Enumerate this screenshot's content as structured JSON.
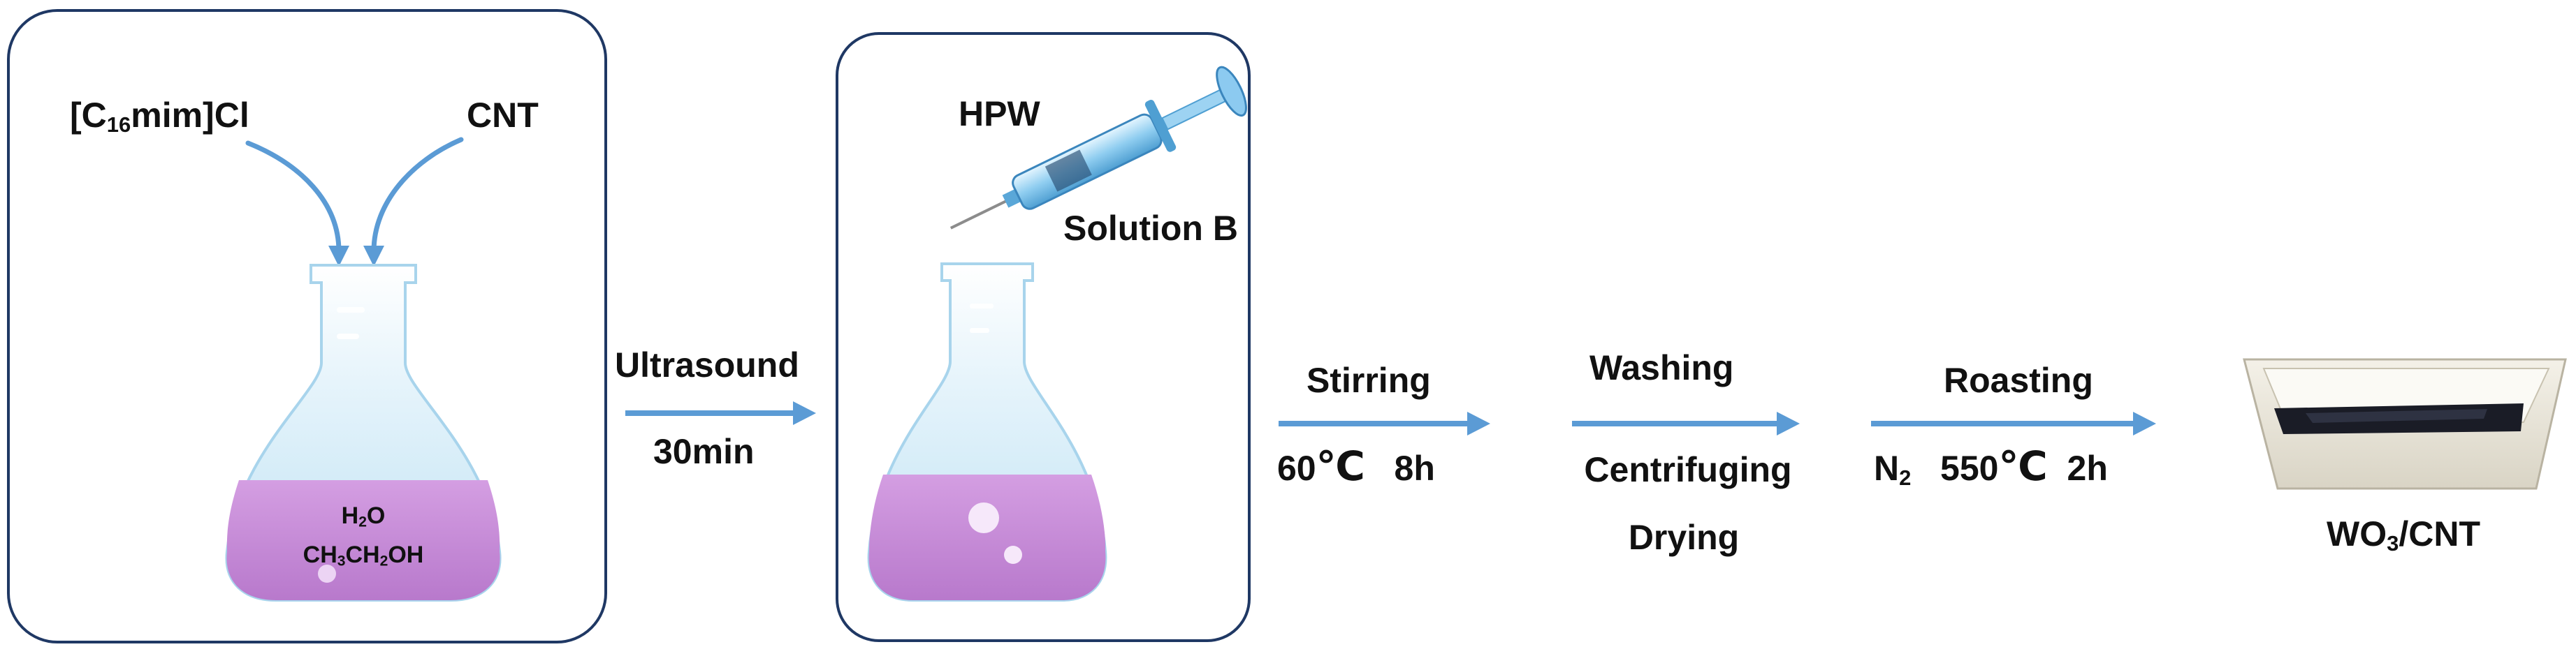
{
  "panel1": {
    "reagent_left": "[C",
    "reagent_left_sub": "16",
    "reagent_left_end": "mim]Cl",
    "reagent_right": "CNT",
    "solvent_line1": "H",
    "solvent_line1_sub": "2",
    "solvent_line1_end": "O",
    "solvent_line2_a": "CH",
    "solvent_line2_sub1": "3",
    "solvent_line2_b": "CH",
    "solvent_line2_sub2": "2",
    "solvent_line2_c": "OH"
  },
  "panel2": {
    "reagent_syringe": "HPW",
    "solution": "Solution B"
  },
  "steps": [
    {
      "above": "Ultrasound",
      "below": "30min"
    },
    {
      "above": "Stirring",
      "below_a": "60",
      "below_unit": "℃",
      "below_b": "8h"
    },
    {
      "above": "Washing",
      "below_1": "Centrifuging",
      "below_2": "Drying"
    },
    {
      "above": "Roasting",
      "below_n": "N",
      "below_n_sub": "2",
      "below_temp": "550",
      "below_unit": "℃",
      "below_time": "2h"
    }
  ],
  "product": {
    "label_a": "WO",
    "label_sub": "3",
    "label_b": "/CNT"
  },
  "colors": {
    "arrow": "#5b9bd5",
    "panel_border": "#1f3864",
    "liquid_purple": "#c58bd8",
    "flask_blue": "#c7e6f7"
  }
}
